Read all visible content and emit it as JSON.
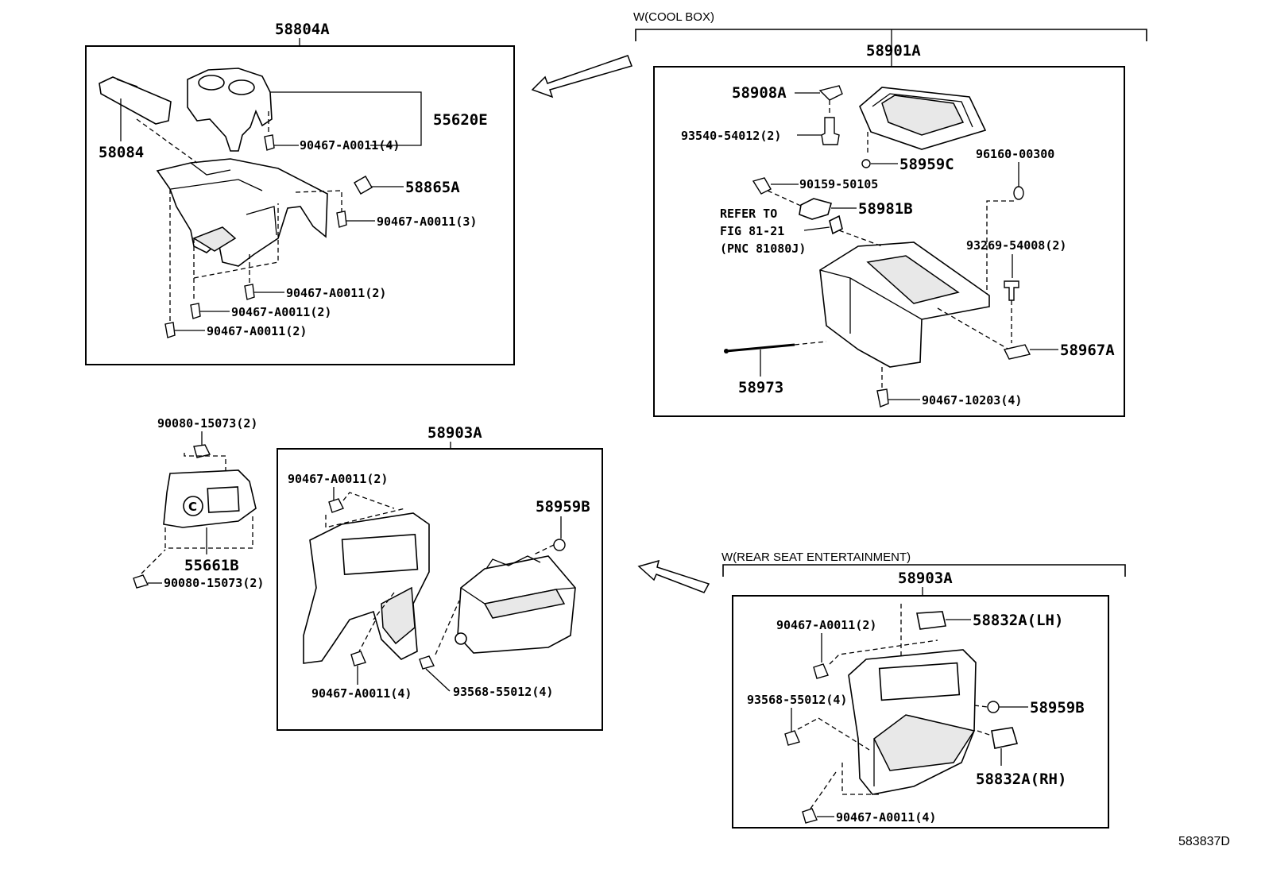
{
  "groups": {
    "cool_box": "W(COOL BOX)",
    "rear_seat": "W(REAR SEAT ENTERTAINMENT)"
  },
  "boxes": {
    "b1": "58804A",
    "b2": "58901A",
    "b3": "58903A",
    "b4": "58903A"
  },
  "labels": {
    "b1": {
      "p58084": "58084",
      "p55620E": "55620E",
      "p90467_4": "90467-A0011(4)",
      "p58865A": "58865A",
      "p90467_3": "90467-A0011(3)",
      "p90467_2a": "90467-A0011(2)",
      "p90467_2b": "90467-A0011(2)",
      "p90467_2c": "90467-A0011(2)"
    },
    "b2": {
      "p58908A": "58908A",
      "p93540": "93540-54012(2)",
      "p58959C": "58959C",
      "p96160": "96160-00300",
      "p90159": "90159-50105",
      "p58981B": "58981B",
      "refer1": "REFER TO",
      "refer2": "FIG 81-21",
      "refer3": "(PNC 81080J)",
      "p93269": "93269-54008(2)",
      "p58967A": "58967A",
      "p58973": "58973",
      "p90467_10203": "90467-10203(4)"
    },
    "left": {
      "p90080a": "90080-15073(2)",
      "p55661B": "55661B",
      "p90080b": "90080-15073(2)"
    },
    "b3": {
      "p90467_2": "90467-A0011(2)",
      "p58959B": "58959B",
      "p90467_4": "90467-A0011(4)",
      "p93568": "93568-55012(4)"
    },
    "b4": {
      "p58832LH": "58832A(LH)",
      "p90467_2": "90467-A0011(2)",
      "p93568": "93568-55012(4)",
      "p58959B": "58959B",
      "p58832RH": "58832A(RH)",
      "p90467_4": "90467-A0011(4)"
    }
  },
  "figure_id": "583837D"
}
